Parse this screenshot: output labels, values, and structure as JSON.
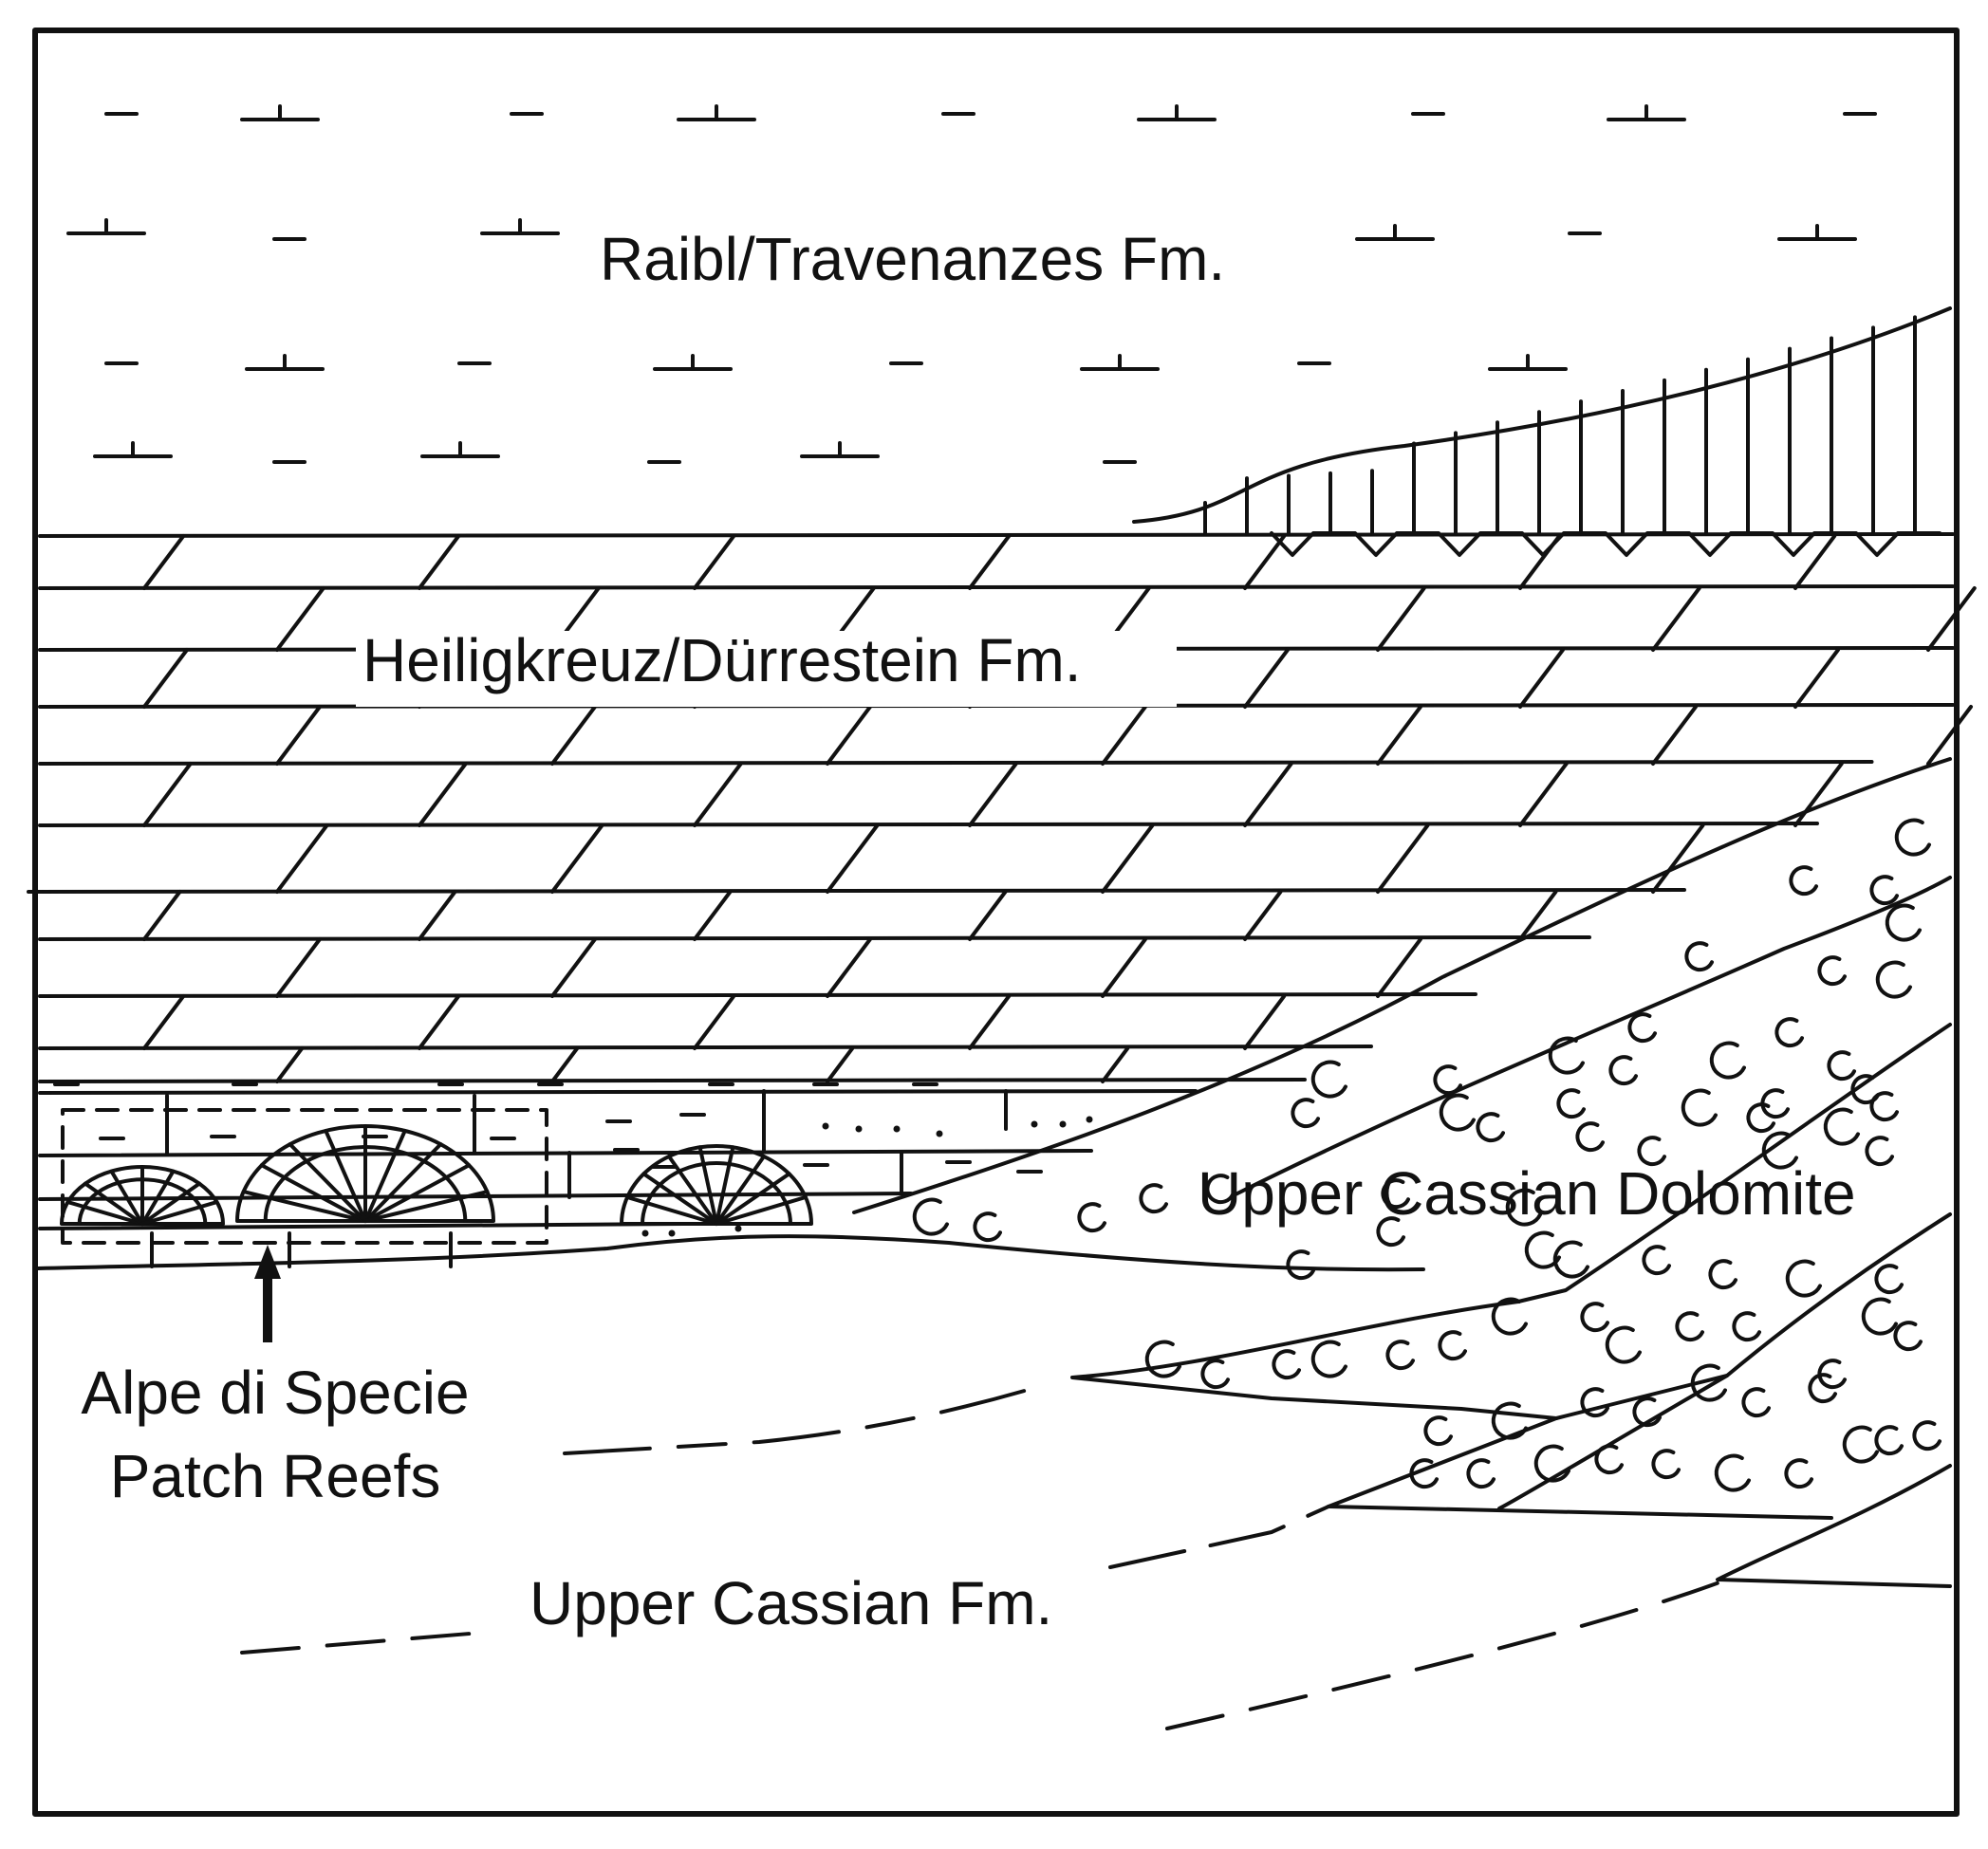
{
  "colors": {
    "ink": "#111111",
    "background": "#ffffff"
  },
  "labels": {
    "raibl": "Raibl/Travenanzes Fm.",
    "heiligkreuz": "Heiligkreuz/Dürrestein Fm.",
    "dolomite": "Upper Cassian Dolomite",
    "patch_line1": "Alpe di Specie",
    "patch_line2": "Patch Reefs",
    "cassian": "Upper Cassian Fm."
  }
}
